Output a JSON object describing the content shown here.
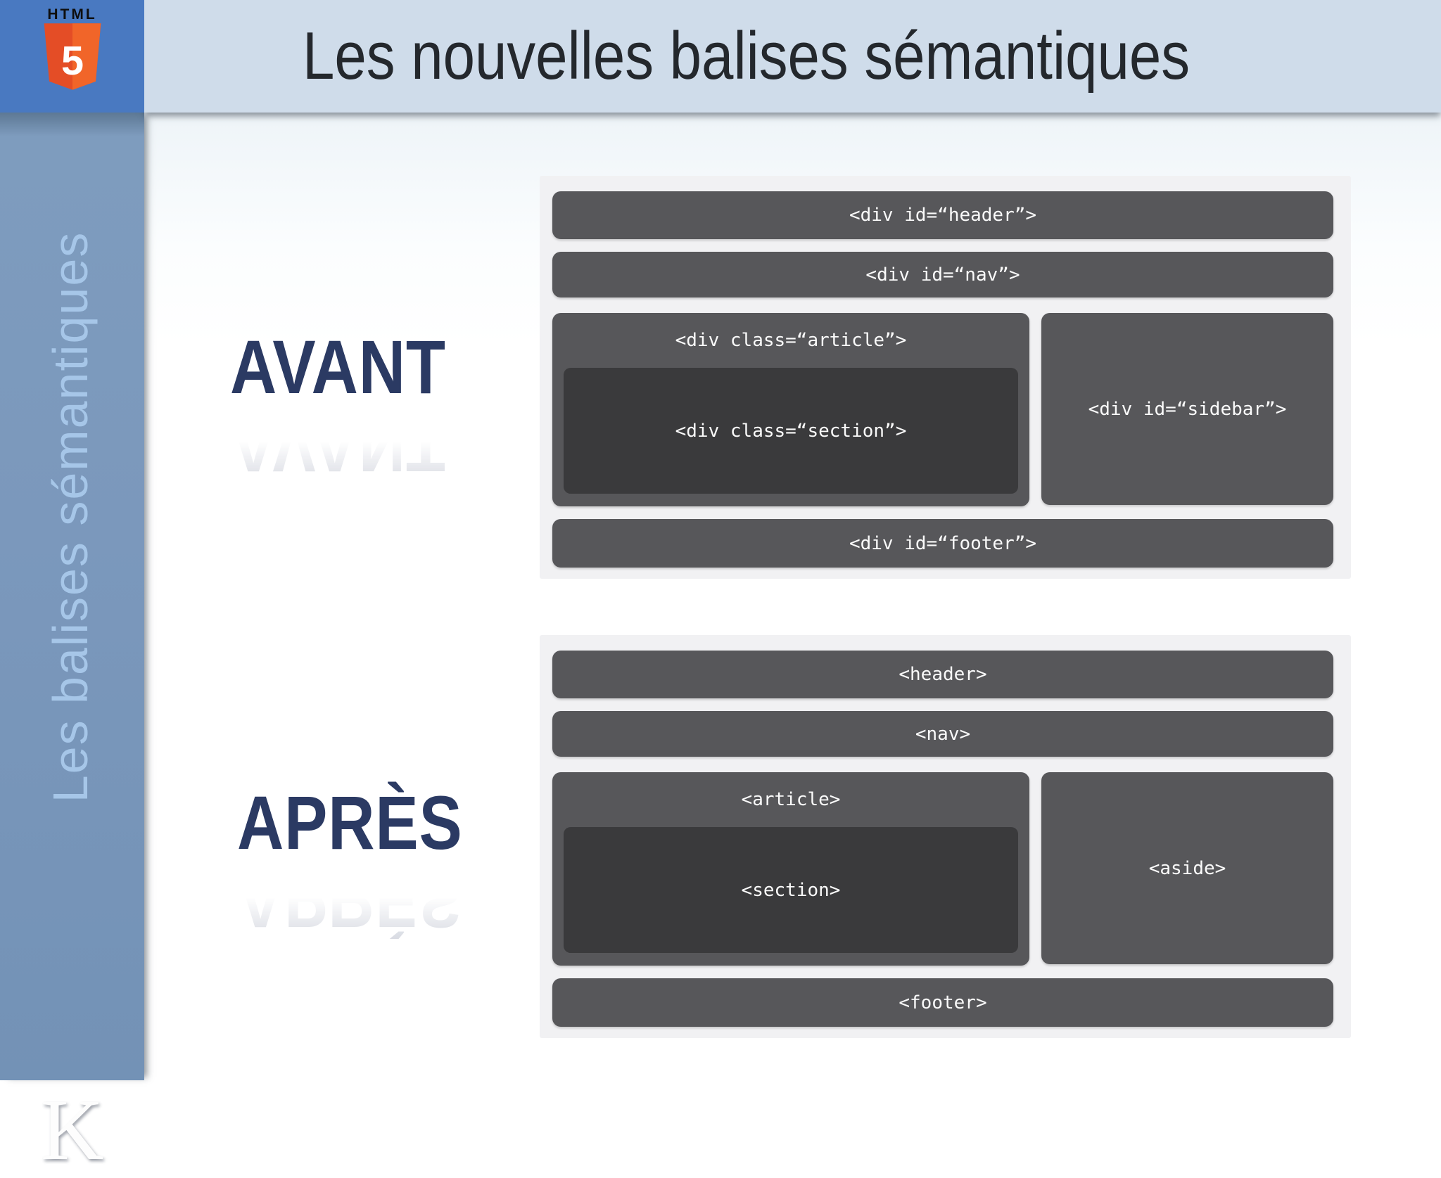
{
  "header": {
    "title": "Les nouvelles balises sémantiques",
    "logo": {
      "brand": "HTML",
      "number": "5"
    }
  },
  "sidebar": {
    "vertical_text": "Les balises sémantiques",
    "watermark": "K"
  },
  "diagrams": {
    "before": {
      "label": "AVANT",
      "header": "<div id=“header”>",
      "nav": "<div id=“nav”>",
      "article": "<div class=“article”>",
      "section": "<div class=“section”>",
      "aside": "<div id=“sidebar”>",
      "footer": "<div id=“footer”>"
    },
    "after": {
      "label": "APRÈS",
      "header": "<header>",
      "nav": "<nav>",
      "article": "<article>",
      "section": "<section>",
      "aside": "<aside>",
      "footer": "<footer>"
    }
  },
  "colors": {
    "accent_blue": "#4979c1",
    "strip_blue": "#cfdcea",
    "sidebar_blue": "#7b98bc",
    "box_gray": "#57575a",
    "section_gray": "#3a3a3c",
    "panel_gray": "#f1f1f3",
    "navy_label": "#2b3a63",
    "html5_orange_dark": "#e44d26",
    "html5_orange_light": "#f16529"
  }
}
